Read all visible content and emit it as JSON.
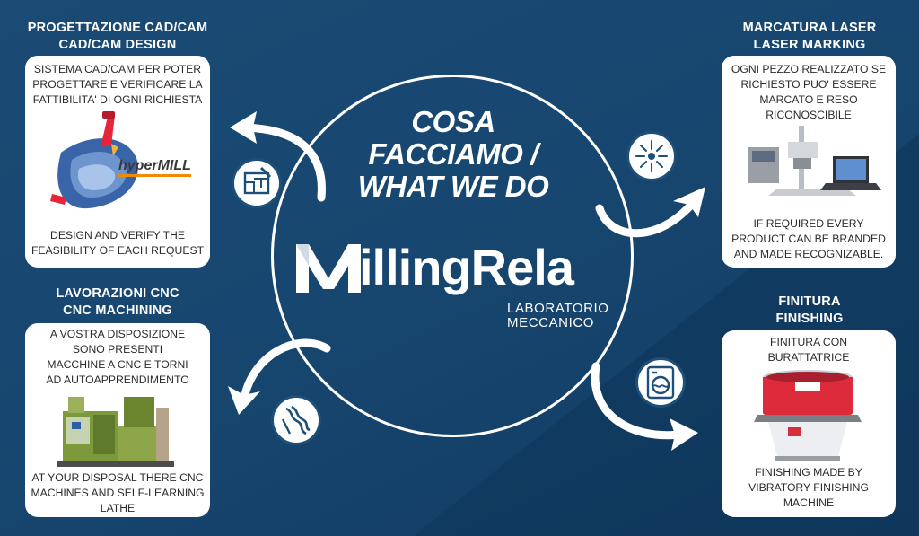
{
  "center": {
    "title_line1": "COSA",
    "title_line2": "FACCIAMO /",
    "title_line3": "WHAT WE DO",
    "logo_name": "illingRela",
    "logo_sub_line1": "LABORATORIO",
    "logo_sub_line2": "MECCANICO"
  },
  "cad": {
    "heading_it": "PROGETTAZIONE CAD/CAM",
    "heading_en": "CAD/CAM DESIGN",
    "text_it": "SISTEMA CAD/CAM PER POTER PROGETTARE E VERIFICARE LA FATTIBILITA' DI OGNI RICHIESTA",
    "brand": "hyperMILL",
    "text_en": "DESIGN AND VERIFY THE FEASIBILITY OF EACH REQUEST"
  },
  "cnc": {
    "heading_it": "LAVORAZIONI CNC",
    "heading_en": "CNC MACHINING",
    "text_it": "A VOSTRA DISPOSIZIONE SONO PRESENTI MACCHINE A CNC E TORNI AD AUTOAPPRENDIMENTO",
    "text_en": "AT YOUR DISPOSAL THERE CNC MACHINES AND SELF-LEARNING LATHE"
  },
  "laser": {
    "heading_it": "MARCATURA LASER",
    "heading_en": "LASER MARKING",
    "text_it": "OGNI PEZZO REALIZZATO SE RICHIESTO PUO' ESSERE MARCATO E RESO RICONOSCIBILE",
    "text_en": "IF REQUIRED EVERY PRODUCT CAN BE BRANDED AND MADE RECOGNIZABLE."
  },
  "finish": {
    "heading_it": "FINITURA",
    "heading_en": "FINISHING",
    "text_it": "FINITURA CON BURATTATRICE",
    "text_en": "FINISHING MADE BY VIBRATORY FINISHING MACHINE"
  },
  "colors": {
    "background": "#1d5079",
    "accent_red": "#e8243a",
    "accent_orange": "#f08a00"
  }
}
